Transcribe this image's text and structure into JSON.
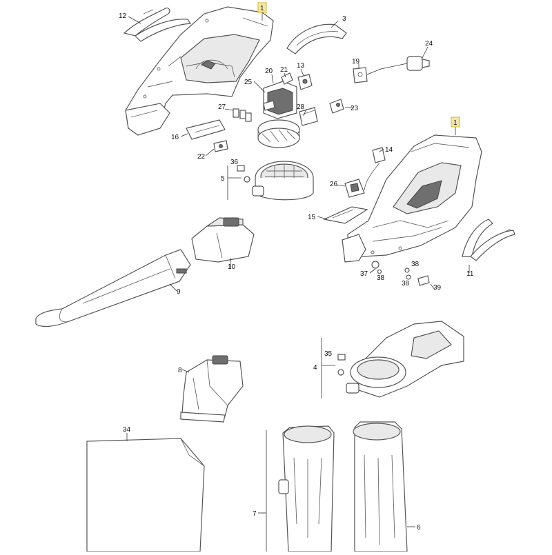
{
  "diagram": {
    "callouts": [
      {
        "id": "c12",
        "label": "12"
      },
      {
        "id": "c1a",
        "label": "1",
        "highlight": true
      },
      {
        "id": "c3",
        "label": "3"
      },
      {
        "id": "c24",
        "label": "24"
      },
      {
        "id": "c19",
        "label": "19"
      },
      {
        "id": "c20",
        "label": "20"
      },
      {
        "id": "c21",
        "label": "21"
      },
      {
        "id": "c13",
        "label": "13"
      },
      {
        "id": "c25",
        "label": "25"
      },
      {
        "id": "c23",
        "label": "23"
      },
      {
        "id": "c27",
        "label": "27"
      },
      {
        "id": "c28",
        "label": "28"
      },
      {
        "id": "c16",
        "label": "16"
      },
      {
        "id": "c22",
        "label": "22"
      },
      {
        "id": "c36",
        "label": "36"
      },
      {
        "id": "c5",
        "label": "5"
      },
      {
        "id": "c1b",
        "label": "1",
        "highlight": true
      },
      {
        "id": "c14",
        "label": "14"
      },
      {
        "id": "c26",
        "label": "26"
      },
      {
        "id": "c15",
        "label": "15"
      },
      {
        "id": "c10",
        "label": "10"
      },
      {
        "id": "c9",
        "label": "9"
      },
      {
        "id": "c37",
        "label": "37"
      },
      {
        "id": "c38a",
        "label": "38"
      },
      {
        "id": "c38b",
        "label": "38"
      },
      {
        "id": "c38c",
        "label": "38"
      },
      {
        "id": "c39",
        "label": "39"
      },
      {
        "id": "c11",
        "label": "11"
      },
      {
        "id": "c35",
        "label": "35"
      },
      {
        "id": "c4",
        "label": "4"
      },
      {
        "id": "c8",
        "label": "8"
      },
      {
        "id": "c34",
        "label": "34"
      },
      {
        "id": "c7",
        "label": "7"
      },
      {
        "id": "c6",
        "label": "6"
      }
    ],
    "highlight_color": "#f5e7a8"
  }
}
